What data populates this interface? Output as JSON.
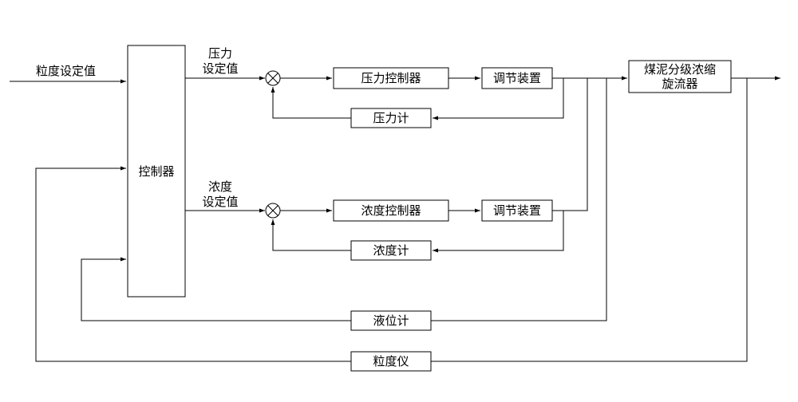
{
  "diagram": {
    "input_label": "粒度设定值",
    "controller": "控制器",
    "pressure_setpoint": [
      "压力",
      "设定值"
    ],
    "density_setpoint": [
      "浓度",
      "设定值"
    ],
    "pressure_controller": "压力控制器",
    "density_controller": "浓度控制器",
    "adjust_device_1": "调节装置",
    "adjust_device_2": "调节装置",
    "pressure_meter": "压力计",
    "density_meter": "浓度计",
    "level_meter": "液位计",
    "granularity_meter": "粒度仪",
    "cyclone": [
      "煤泥分级浓缩",
      "旋流器"
    ]
  }
}
